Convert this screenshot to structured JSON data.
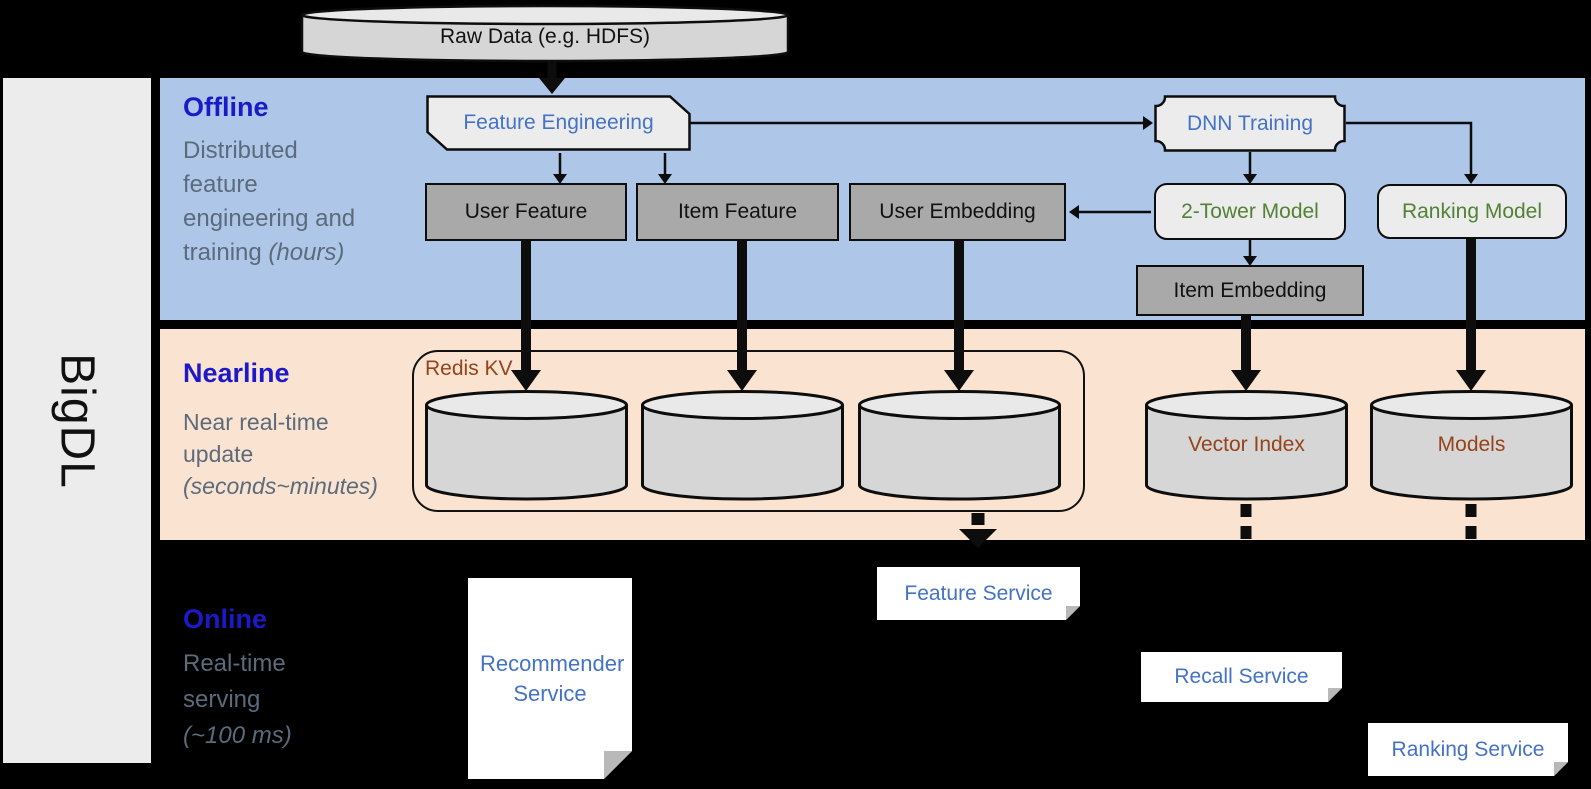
{
  "sidebar": {
    "brand": "BigDL"
  },
  "raw_data_label": "Raw Data (e.g. HDFS)",
  "bands": {
    "offline": {
      "title": "Offline",
      "line1": "Distributed",
      "line2": "feature",
      "line3": "engineering and",
      "line4_normal": "training ",
      "line4_italic": "(hours)"
    },
    "nearline": {
      "title": "Nearline",
      "line1": "Near real-time",
      "line2": "update",
      "line3_italic": "(seconds~minutes)"
    },
    "online": {
      "title": "Online",
      "line1": "Real-time",
      "line2": "serving",
      "line3_italic": "(~100 ms)"
    }
  },
  "nodes": {
    "feature_engineering": "Feature Engineering",
    "dnn_training": "DNN Training",
    "user_feature": "User Feature",
    "item_feature": "Item Feature",
    "user_embedding": "User Embedding",
    "two_tower_model": "2-Tower Model",
    "ranking_model": "Ranking Model",
    "item_embedding": "Item Embedding",
    "redis_kv": "Redis KV",
    "vector_index": "Vector Index",
    "models": "Models",
    "recommender_service": "Recommender Service",
    "feature_service": "Feature Service",
    "recall_service": "Recall Service",
    "ranking_service": "Ranking Service"
  },
  "colors": {
    "background": "#000000",
    "sidebar_bg": "#ececec",
    "offline_band_bg": "#aec6e8",
    "nearline_band_bg": "#fbe3d1",
    "band_title_blue": "#1c1ac8",
    "band_subtitle_gray": "#5b6b7b",
    "light_node_fill": "#ececec",
    "dark_node_fill": "#a9a9a9",
    "cylinder_fill": "#d6d6d6",
    "cylinder_top_fill": "#e9e9e9",
    "service_text_blue": "#4472c4",
    "model_text_green": "#538135",
    "storage_text_brown": "#96431a",
    "outline_black": "#0d0d0d"
  }
}
